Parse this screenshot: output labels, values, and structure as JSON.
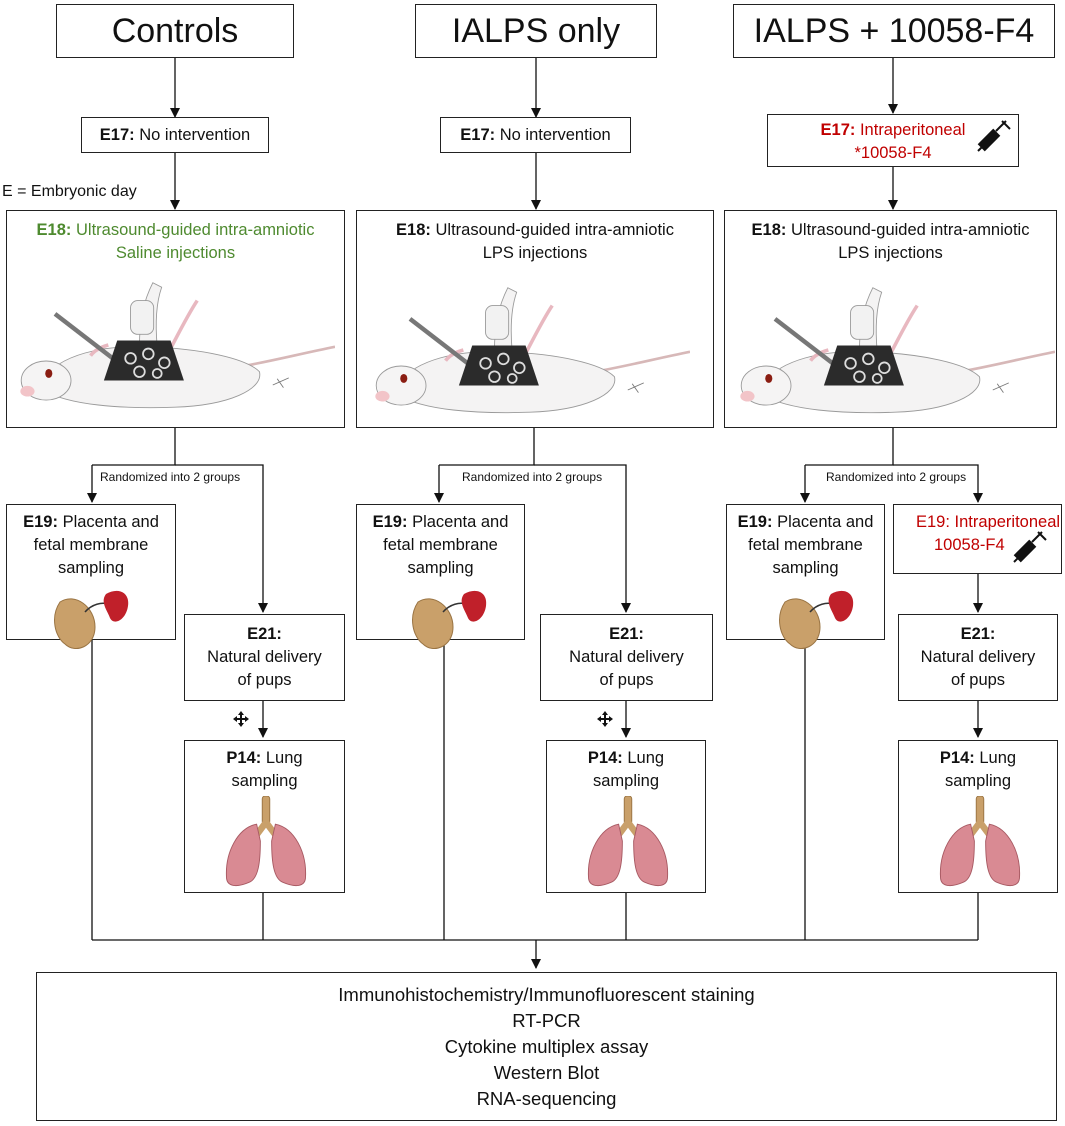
{
  "headers": [
    "Controls",
    "IALPS only",
    "IALPS + 10058-F4"
  ],
  "legend": "E = Embryonic day",
  "randomized": "Randomized into 2 groups",
  "col1": {
    "e17_label": "E17:",
    "e17_text": "No intervention",
    "e18_label": "E18:",
    "e18_line1": "Ultrasound-guided intra-amniotic",
    "e18_line2": "Saline injections",
    "e19_label": "E19:",
    "e19_line1": "Placenta and",
    "e19_line2": "fetal membrane",
    "e19_line3": "sampling",
    "e21_label": "E21:",
    "e21_line1": "Natural delivery",
    "e21_line2": "of pups",
    "p14_label": "P14:",
    "p14_line1": "Lung",
    "p14_line2": "sampling"
  },
  "col2": {
    "e17_label": "E17:",
    "e17_text": "No intervention",
    "e18_label": "E18:",
    "e18_line1": "Ultrasound-guided intra-amniotic",
    "e18_line2": "LPS injections",
    "e19_label": "E19:",
    "e19_line1": "Placenta and",
    "e19_line2": "fetal membrane",
    "e19_line3": "sampling",
    "e21_label": "E21:",
    "e21_line1": "Natural delivery",
    "e21_line2": "of pups",
    "p14_label": "P14:",
    "p14_line1": "Lung",
    "p14_line2": "sampling"
  },
  "col3": {
    "e17_label": "E17:",
    "e17_line1": "Intraperitoneal",
    "e17_line2": "*10058-F4",
    "e18_label": "E18:",
    "e18_line1": "Ultrasound-guided intra-amniotic",
    "e18_line2": "LPS injections",
    "e19_label": "E19:",
    "e19_line1": "Placenta and",
    "e19_line2": "fetal membrane",
    "e19_line3": "sampling",
    "e19b_label": "E19:",
    "e19b_line1": "Intraperitoneal",
    "e19b_line2": "10058-F4",
    "e21_label": "E21:",
    "e21_line1": "Natural delivery",
    "e21_line2": "of pups",
    "p14_label": "P14:",
    "p14_line1": "Lung",
    "p14_line2": "sampling"
  },
  "final_box": [
    "Immunohistochemistry/Immunofluorescent staining",
    "RT-PCR",
    "Cytokine multiplex assay",
    "Western Blot",
    "RNA-sequencing"
  ],
  "colors": {
    "red": "#c00000",
    "green": "#4e8a2f",
    "lung": "#d98a93",
    "trachea": "#c9a06a",
    "placenta": "#c9a06a",
    "membrane": "#c0202a"
  }
}
